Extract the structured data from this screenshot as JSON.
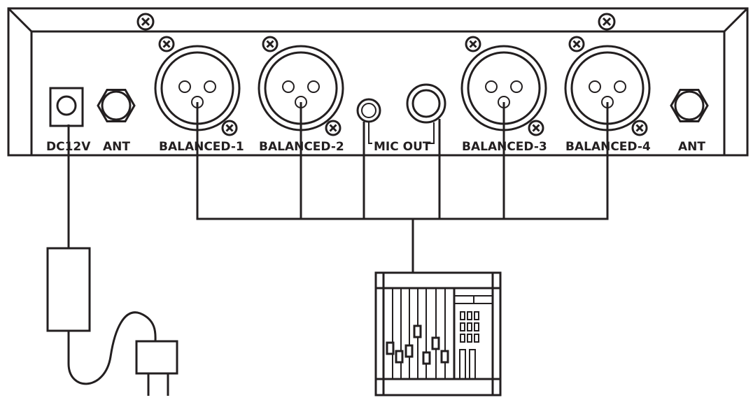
{
  "labels": {
    "dc": "DC12V",
    "ant_left": "ANT",
    "balanced_1": "BALANCED-1",
    "balanced_2": "BALANCED-2",
    "mic_out": "MIC OUT",
    "balanced_3": "BALANCED-3",
    "balanced_4": "BALANCED-4",
    "ant_right": "ANT"
  },
  "colors": {
    "ink": "#231f20",
    "paper": "#ffffff"
  },
  "icons": [
    "screw-icon",
    "xlr-connector-icon",
    "dc-jack-icon",
    "antenna-connector-icon",
    "jack-socket-icon",
    "power-adapter-icon",
    "power-plug-icon",
    "mixing-console-icon"
  ]
}
